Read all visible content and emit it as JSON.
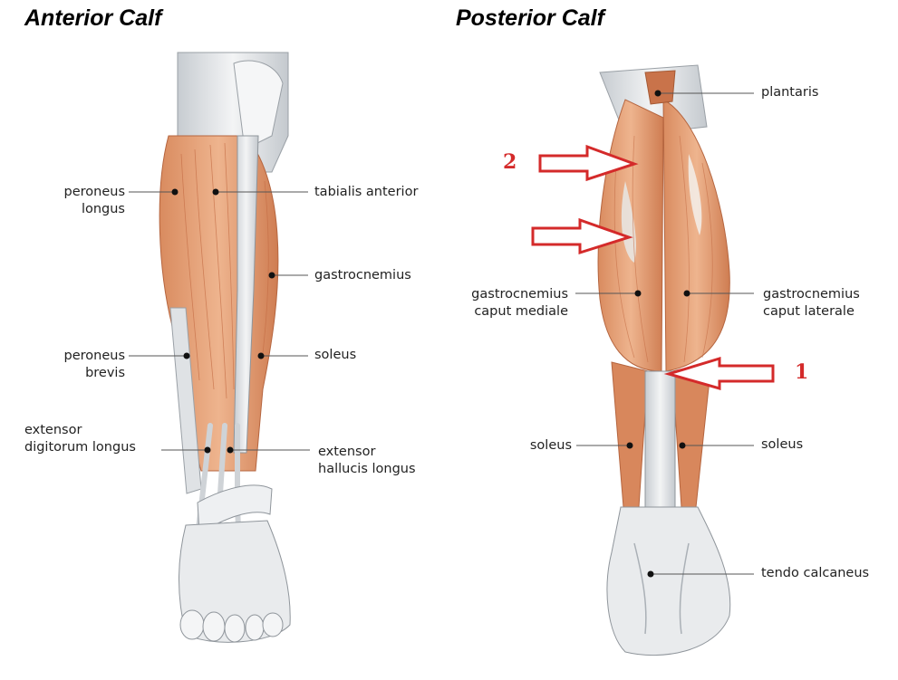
{
  "titles": {
    "anterior": "Anterior Calf",
    "posterior": "Posterior Calf"
  },
  "anterior_labels": {
    "peroneus_longus": [
      "peroneus",
      "longus"
    ],
    "tabialis_anterior": [
      "tabialis anterior"
    ],
    "gastrocnemius": [
      "gastrocnemius"
    ],
    "peroneus_brevis": [
      "peroneus",
      "brevis"
    ],
    "soleus": [
      "soleus"
    ],
    "extensor_digitorum_longus": [
      "extensor",
      "digitorum  longus"
    ],
    "extensor_hallucis_longus": [
      "extensor",
      "hallucis longus"
    ]
  },
  "posterior_labels": {
    "plantaris": [
      "plantaris"
    ],
    "gastrocnemius_caput_mediale": [
      "gastrocnemius",
      "caput mediale"
    ],
    "gastrocnemius_caput_laterale": [
      "gastrocnemius",
      "caput laterale"
    ],
    "soleus_left": [
      "soleus"
    ],
    "soleus_right": [
      "soleus"
    ],
    "tendo_calcaneus": [
      "tendo calcaneus"
    ]
  },
  "markers": {
    "one": "1",
    "two": "2"
  },
  "colors": {
    "muscle": "#e4a27a",
    "muscle_dark": "#c9734a",
    "tendon": "#e6e8ea",
    "tendon_shadow": "#b9bec3",
    "arrow": "#d42a2a",
    "leader": "#555555"
  }
}
